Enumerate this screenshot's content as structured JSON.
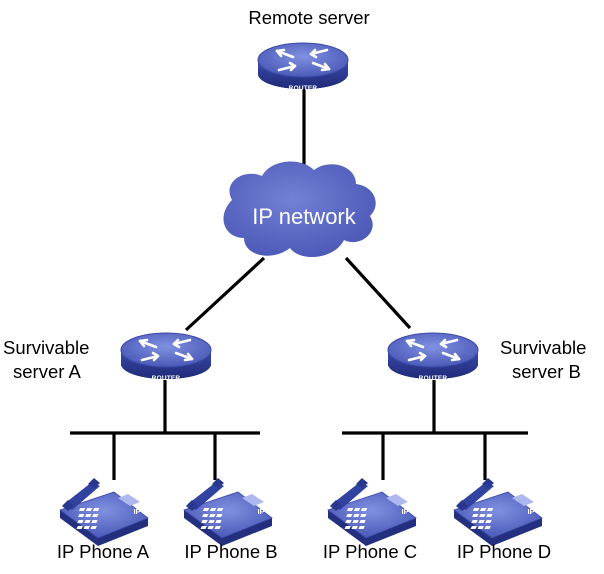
{
  "nodes": {
    "remote_server": {
      "label": "Remote server",
      "badge": "ROUTER"
    },
    "ip_network": {
      "label": "IP network"
    },
    "survivable_a": {
      "label_line1": "Survivable",
      "label_line2": "server A",
      "badge": "ROUTER"
    },
    "survivable_b": {
      "label_line1": "Survivable",
      "label_line2": "server B",
      "badge": "ROUTER"
    },
    "phones": [
      {
        "label": "IP Phone A",
        "badge": "IP"
      },
      {
        "label": "IP Phone B",
        "badge": "IP"
      },
      {
        "label": "IP Phone C",
        "badge": "IP"
      },
      {
        "label": "IP Phone D",
        "badge": "IP"
      }
    ]
  },
  "colors": {
    "device_top": "#5f6fc8",
    "device_side": "#2e3c93",
    "cloud": "#5a66c4",
    "link": "#000000"
  }
}
